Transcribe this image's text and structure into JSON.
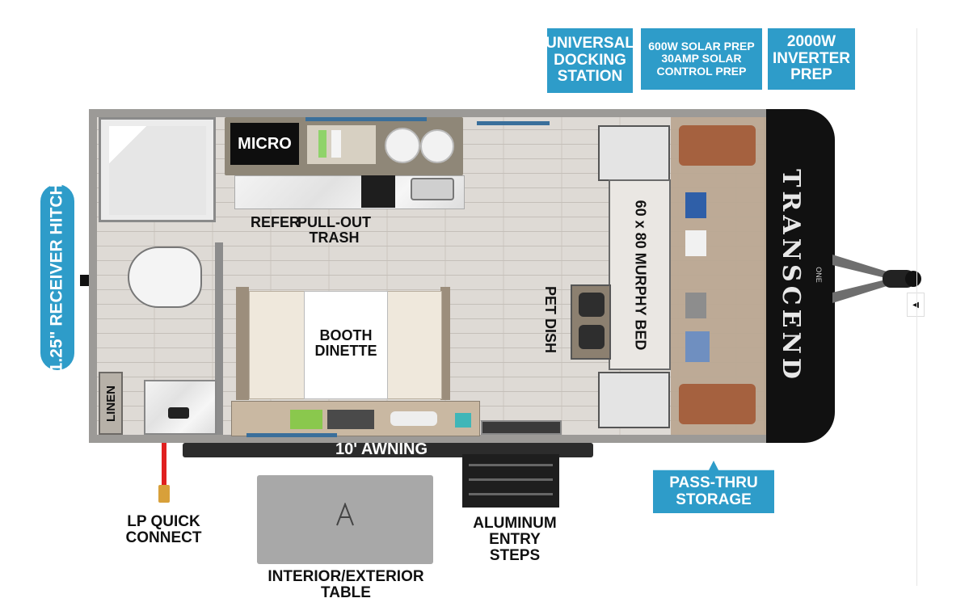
{
  "callouts": {
    "universal_docking": "UNIVERSAL\nDOCKING\nSTATION",
    "solar": "600W SOLAR PREP\n30AMP SOLAR\nCONTROL PREP",
    "inverter": "2000W\nINVERTER\nPREP",
    "receiver_hitch": "1.25\" RECEIVER HITCH",
    "pass_thru": "PASS-THRU\nSTORAGE"
  },
  "rooms": {
    "micro": "MICRO",
    "refer": "REFER",
    "pull_out_trash": "PULL-OUT\nTRASH",
    "murphy_bed": "60 x 80 MURPHY BED",
    "pet_dish": "PET DISH",
    "booth_dinette": "BOOTH\nDINETTE",
    "linen": "LINEN",
    "awning": "10' AWNING"
  },
  "exterior": {
    "lp_quick_connect": "LP QUICK\nCONNECT",
    "aluminum_steps": "ALUMINUM\nENTRY STEPS",
    "table": "INTERIOR/EXTERIOR TABLE"
  },
  "brand": {
    "name": "TRANSCEND",
    "model": "ONE"
  },
  "colors": {
    "callout_blue": "#2e9cc9",
    "front_cap": "#111111",
    "lp_line": "#e02020"
  }
}
